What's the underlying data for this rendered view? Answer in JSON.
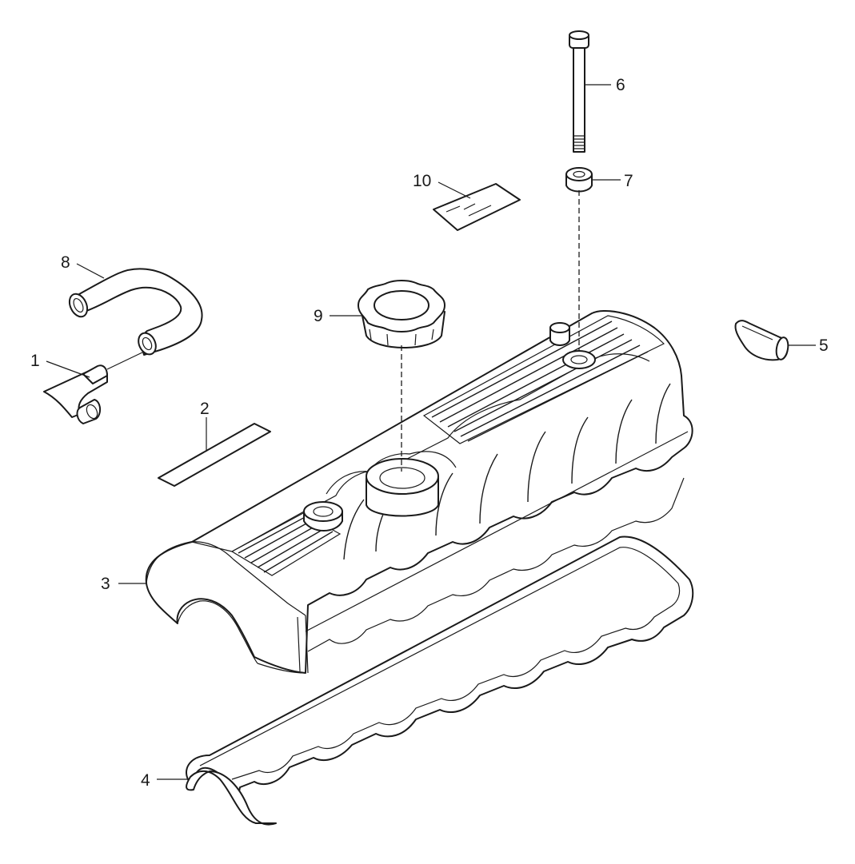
{
  "diagram": {
    "callouts": {
      "c1": "1",
      "c2": "2",
      "c3": "3",
      "c4": "4",
      "c5": "5",
      "c6": "6",
      "c7": "7",
      "c8": "8",
      "c9": "9",
      "c10": "10"
    },
    "parts": [
      {
        "id": "1",
        "name": "breather-fitting"
      },
      {
        "id": "2",
        "name": "label-strip"
      },
      {
        "id": "3",
        "name": "valve-cover"
      },
      {
        "id": "4",
        "name": "valve-cover-gasket"
      },
      {
        "id": "5",
        "name": "end-plug"
      },
      {
        "id": "6",
        "name": "bolt"
      },
      {
        "id": "7",
        "name": "grommet"
      },
      {
        "id": "8",
        "name": "breather-hose"
      },
      {
        "id": "9",
        "name": "oil-filler-cap"
      },
      {
        "id": "10",
        "name": "information-label"
      }
    ],
    "line_color": "#1a1a1a",
    "background_color": "#ffffff"
  }
}
